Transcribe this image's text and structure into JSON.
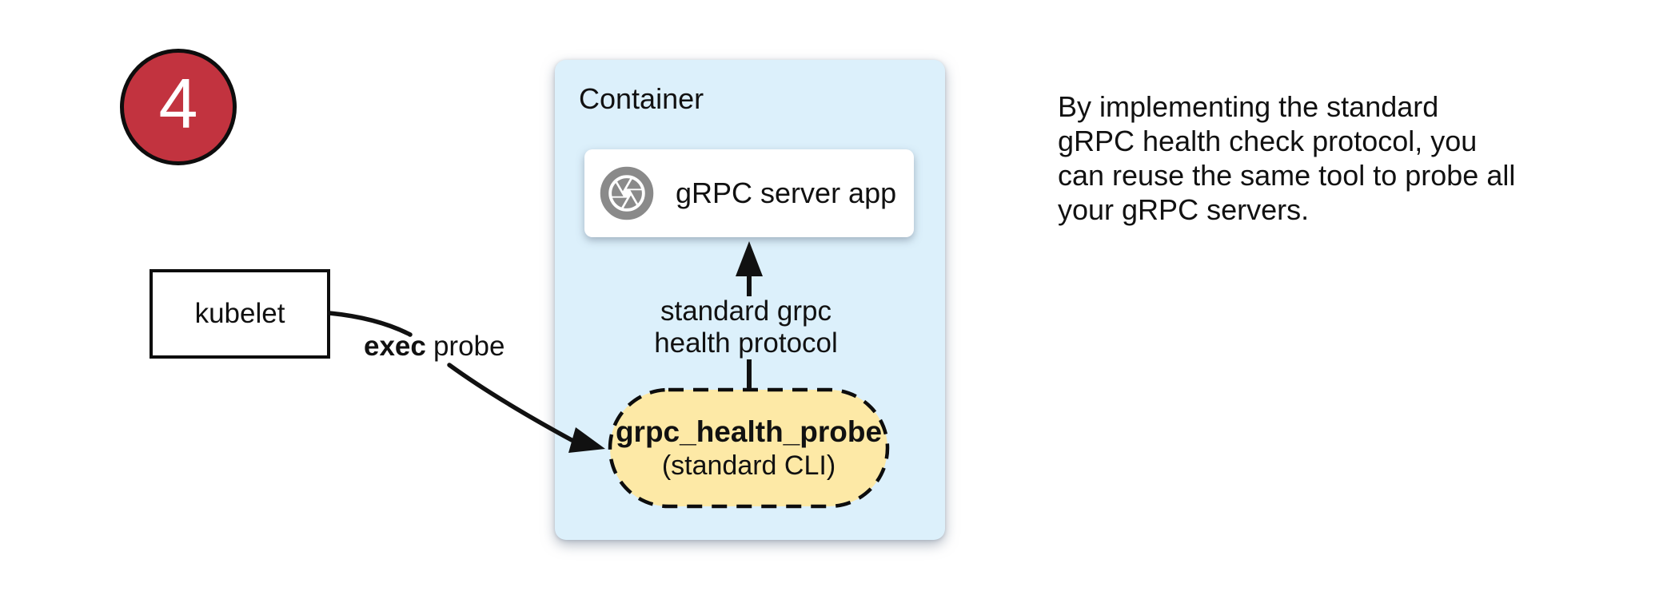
{
  "step_badge": {
    "number": "4",
    "color": "#C2333F"
  },
  "kubelet_box": {
    "label": "kubelet"
  },
  "exec_probe_label": {
    "bold_part": "exec",
    "regular_part": "probe"
  },
  "container": {
    "title": "Container",
    "background": "#DCF0FB",
    "server_box": {
      "label": "gRPC server app",
      "icon": "aperture-icon",
      "icon_color": "#8A8A8A"
    },
    "health_protocol_label": {
      "line1": "standard grpc",
      "line2": "health protocol"
    },
    "probe_pill": {
      "title": "grpc_health_probe",
      "subtitle": "(standard CLI)",
      "background": "#FDE9A6"
    }
  },
  "annotation": {
    "lines": [
      "By implementing the standard",
      "gRPC health check protocol, you",
      "can reuse the same tool to probe all",
      "your gRPC servers."
    ]
  },
  "colors": {
    "arrow": "#111111",
    "outline": "#0d0d0d"
  }
}
